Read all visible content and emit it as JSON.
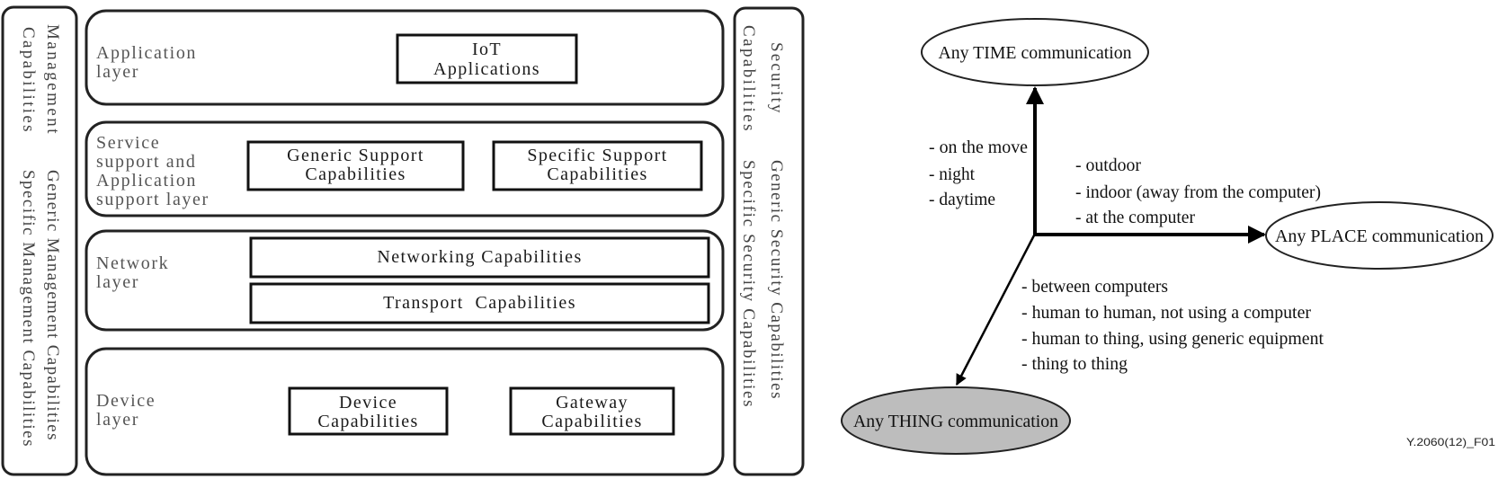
{
  "architecture": {
    "management": {
      "title": [
        "Management",
        "Capabilities"
      ],
      "generic": "Generic Management Capabilities",
      "specific": "Specific Management Capabilities"
    },
    "security": {
      "title": [
        "Security",
        "Capabilities"
      ],
      "generic": "Generic Security Capabilities",
      "specific": "Specific Security Capabilities"
    },
    "layers": [
      {
        "label": [
          "Application",
          "layer"
        ],
        "boxes": [
          [
            "IoT",
            "Applications"
          ]
        ]
      },
      {
        "label": [
          "Service",
          "support and",
          "Application",
          "support layer"
        ],
        "boxes": [
          [
            "Generic Support",
            "Capabilities"
          ],
          [
            "Specific Support",
            "Capabilities"
          ]
        ]
      },
      {
        "label": [
          "Network",
          "layer"
        ],
        "boxes": [
          [
            "Networking Capabilities"
          ],
          [
            "Transport  Capabilities"
          ]
        ]
      },
      {
        "label": [
          "Device",
          "layer"
        ],
        "boxes": [
          [
            "Device",
            "Capabilities"
          ],
          [
            "Gateway",
            "Capabilities"
          ]
        ]
      }
    ]
  },
  "dimensions": {
    "time": {
      "label": "Any TIME communication",
      "notes": [
        "- on the move",
        "- night",
        "- daytime"
      ]
    },
    "place": {
      "label": "Any PLACE communication",
      "notes": [
        "- outdoor",
        "- indoor (away from the computer)",
        "- at the computer"
      ]
    },
    "thing": {
      "label": "Any THING communication",
      "fill": "#bdbdbd",
      "notes": [
        "- between computers",
        "- human to human, not using a computer",
        "- human to thing, using generic equipment",
        "- thing to thing"
      ]
    },
    "figure_id": "Y.2060(12)_F01"
  }
}
